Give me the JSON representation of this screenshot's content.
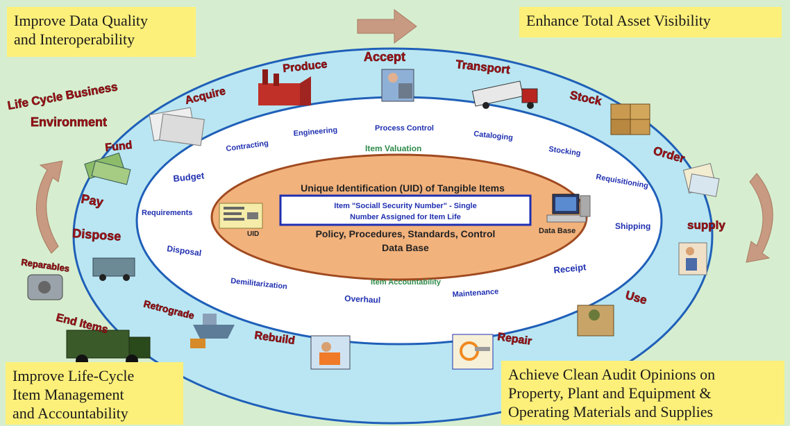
{
  "corners": {
    "top_left": [
      "Improve Data Quality",
      "and Interoperability"
    ],
    "top_right": [
      "Enhance Total Asset Visibility"
    ],
    "bottom_left": [
      "Improve Life-Cycle",
      "Item Management",
      "and Accountability"
    ],
    "bottom_right": [
      "Achieve Clean Audit Opinions on",
      "Property, Plant and Equipment &",
      "Operating Materials and Supplies"
    ]
  },
  "environment_label": [
    "Life Cycle Business",
    "Environment"
  ],
  "outer_stages": {
    "acquire": "Acquire",
    "produce": "Produce",
    "accept": "Accept",
    "transport": "Transport",
    "stock": "Stock",
    "order": "Order",
    "supply": "supply",
    "use": "Use",
    "repair": "Repair",
    "rebuild": "Rebuild",
    "retrograde": "Retrograde",
    "end_items": "End Items",
    "reparables": "Reparables",
    "dispose": "Dispose",
    "pay": "Pay",
    "fund": "Fund"
  },
  "inner_processes": {
    "contracting": "Contracting",
    "engineering": "Engineering",
    "process_control": "Process Control",
    "item_valuation": "Item Valuation",
    "cataloging": "Cataloging",
    "stocking": "Stocking",
    "requisitioning": "Requisitioning",
    "shipping": "Shipping",
    "receipt": "Receipt",
    "maintenance": "Maintenance",
    "item_accountability": "Item Accountability",
    "overhaul": "Overhaul",
    "demilitarization": "Demilitarization",
    "disposal": "Disposal",
    "requirements": "Requirements",
    "budget": "Budget"
  },
  "center": {
    "title": "Unique Identification (UID) of Tangible Items",
    "box_line1": "Item \"Sociall Security Number\" - Single",
    "box_line2": "Number Assigned for Item Life",
    "policy": "Policy, Procedures, Standards, Control",
    "database": "Data Base",
    "uid_tag": "UID",
    "db_icon_label": "Data Base"
  },
  "colors": {
    "background": "#d6eecf",
    "outer_ring": "#b9e6f2",
    "ring_border": "#1f5fb8",
    "inner_ellipse": "#ffffff",
    "center_ellipse": "#f2b27c",
    "center_border": "#a04a20",
    "corner_box": "#fdf07a",
    "arrow": "#c89a82",
    "stage_text": "#a3141a",
    "process_text": "#1f2fb0"
  }
}
